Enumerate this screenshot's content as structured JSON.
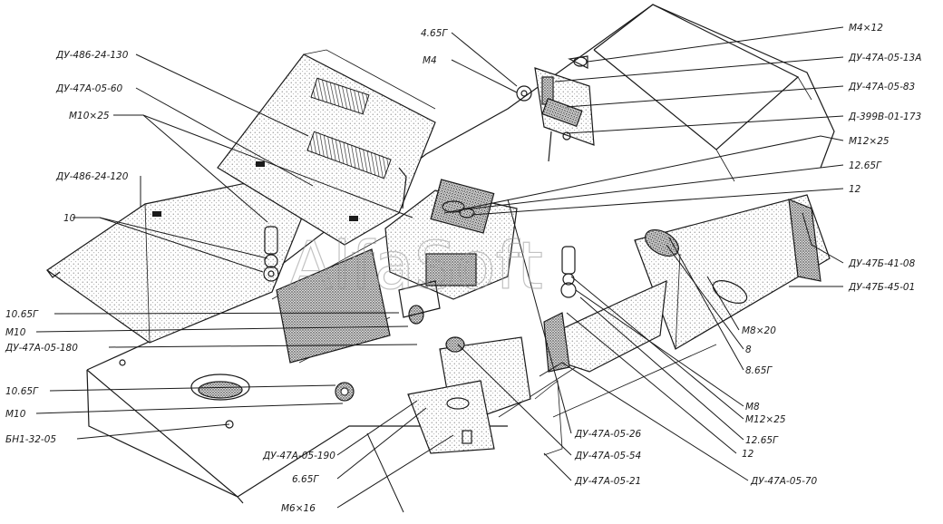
{
  "watermark": "AlfaSoft",
  "callouts": [
    {
      "id": "du-486-24-130",
      "text": "ДУ-486-24-130"
    },
    {
      "id": "du-47a-05-60",
      "text": "ДУ-47А-05-60"
    },
    {
      "id": "m10x25",
      "text": "М10×25"
    },
    {
      "id": "du-486-24-120",
      "text": "ДУ-486-24-120"
    },
    {
      "id": "n10",
      "text": "10"
    },
    {
      "id": "n10-65g-a",
      "text": "10.65Г"
    },
    {
      "id": "m10-a",
      "text": "М10"
    },
    {
      "id": "du-47a-05-180",
      "text": "ДУ-47А-05-180"
    },
    {
      "id": "n10-65g-b",
      "text": "10.65Г"
    },
    {
      "id": "m10-b",
      "text": "М10"
    },
    {
      "id": "bn1-32-05",
      "text": "БН1-32-05"
    },
    {
      "id": "n4-65g",
      "text": "4.65Г"
    },
    {
      "id": "m4",
      "text": "М4"
    },
    {
      "id": "m4x12",
      "text": "М4×12"
    },
    {
      "id": "du-47a-05-13a",
      "text": "ДУ-47А-05-13А"
    },
    {
      "id": "du-47a-05-83",
      "text": "ДУ-47А-05-83"
    },
    {
      "id": "d-399v-01-173",
      "text": "Д-399В-01-173"
    },
    {
      "id": "m12x25-a",
      "text": "М12×25"
    },
    {
      "id": "n12-65g-a",
      "text": "12.65Г"
    },
    {
      "id": "n12-a",
      "text": "12"
    },
    {
      "id": "du-47b-41-08",
      "text": "ДУ-47Б-41-08"
    },
    {
      "id": "du-47b-45-01",
      "text": "ДУ-47Б-45-01"
    },
    {
      "id": "m8x20",
      "text": "М8×20"
    },
    {
      "id": "n8",
      "text": "8"
    },
    {
      "id": "n8-65g",
      "text": "8.65Г"
    },
    {
      "id": "m8",
      "text": "М8"
    },
    {
      "id": "m12x25-b",
      "text": "М12×25"
    },
    {
      "id": "n12-65g-b",
      "text": "12.65Г"
    },
    {
      "id": "n12-b",
      "text": "12"
    },
    {
      "id": "du-47a-05-70",
      "text": "ДУ-47А-05-70"
    },
    {
      "id": "du-47a-05-26",
      "text": "ДУ-47А-05-26"
    },
    {
      "id": "du-47a-05-54",
      "text": "ДУ-47А-05-54"
    },
    {
      "id": "du-47a-05-21",
      "text": "ДУ-47А-05-21"
    },
    {
      "id": "du-47a-05-190",
      "text": "ДУ-47А-05-190"
    },
    {
      "id": "n6-65g",
      "text": "6.65Г"
    },
    {
      "id": "m6x16",
      "text": "М6×16"
    }
  ]
}
